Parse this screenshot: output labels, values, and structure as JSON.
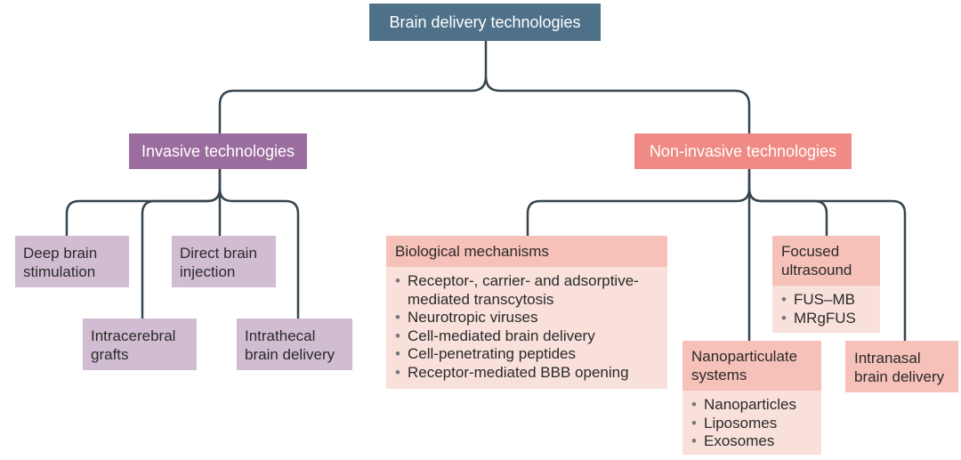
{
  "root": "Brain delivery technologies",
  "invasive": {
    "title": "Invasive technologies",
    "items": [
      "Deep brain stimulation",
      "Direct brain injection",
      "Intracerebral grafts",
      "Intrathecal brain delivery"
    ]
  },
  "noninvasive": {
    "title": "Non-invasive technologies",
    "biological": {
      "title": "Biological mechanisms",
      "items": [
        "Receptor-, carrier- and adsorptive-mediated transcytosis",
        "Neurotropic viruses",
        "Cell-mediated brain delivery",
        "Cell-penetrating peptides",
        "Receptor-mediated BBB opening"
      ]
    },
    "nano": {
      "title": "Nanoparticulate systems",
      "items": [
        "Nanoparticles",
        "Liposomes",
        "Exosomes"
      ]
    },
    "fus": {
      "title": "Focused ultrasound",
      "items": [
        "FUS–MB",
        "MRgFUS"
      ]
    },
    "intranasal": "Intranasal brain delivery"
  },
  "colors": {
    "root": "#4e7189",
    "invasive": "#9b6c9e",
    "invasive_leaf": "#d1bdd2",
    "noninvasive": "#f08a84",
    "noninvasive_head": "#f6c1b8",
    "noninvasive_body": "#f9e0db",
    "connector": "#36454f"
  }
}
